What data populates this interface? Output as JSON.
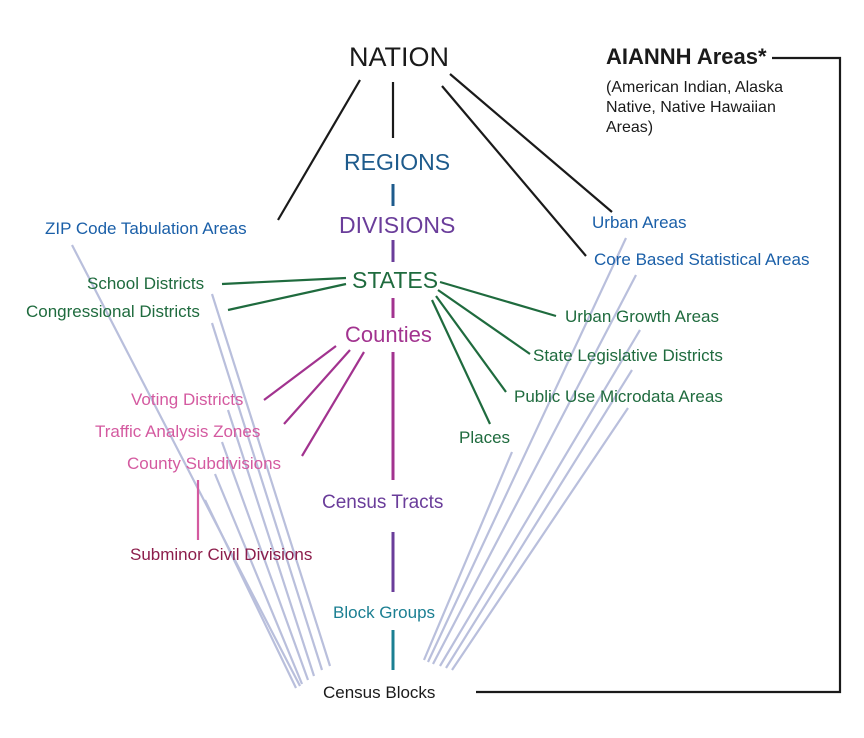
{
  "nodes": {
    "nation": "NATION",
    "regions": "REGIONS",
    "divisions": "DIVISIONS",
    "states": "STATES",
    "counties": "Counties",
    "census_tracts": "Census Tracts",
    "block_groups": "Block Groups",
    "census_blocks": "Census Blocks",
    "zcta": "ZIP Code Tabulation Areas",
    "school_districts": "School Districts",
    "congressional_districts": "Congressional Districts",
    "voting_districts": "Voting Districts",
    "traffic_analysis_zones": "Traffic Analysis Zones",
    "county_subdivisions": "County Subdivisions",
    "subminor_civil_divisions": "Subminor Civil Divisions",
    "urban_areas": "Urban Areas",
    "cbsa": "Core Based Statistical Areas",
    "urban_growth_areas": "Urban Growth Areas",
    "state_legislative_districts": "State Legislative Districts",
    "puma": "Public Use Microdata Areas",
    "places": "Places"
  },
  "aiannh": {
    "title": "AIANNH Areas*",
    "description_line1": "(American Indian, Alaska",
    "description_line2": "Native, Native Hawaiian",
    "description_line3": "Areas)"
  },
  "colors": {
    "black": "#1a1a1a",
    "blue": "#1a5fa8",
    "navy": "#1e5b8c",
    "purple": "#6a3d9a",
    "green": "#1f6b3e",
    "magenta": "#a2338f",
    "pink": "#d45aa0",
    "maroon": "#8c1d4b",
    "teal": "#1b7f92",
    "lavender": "#b9bfdc"
  }
}
